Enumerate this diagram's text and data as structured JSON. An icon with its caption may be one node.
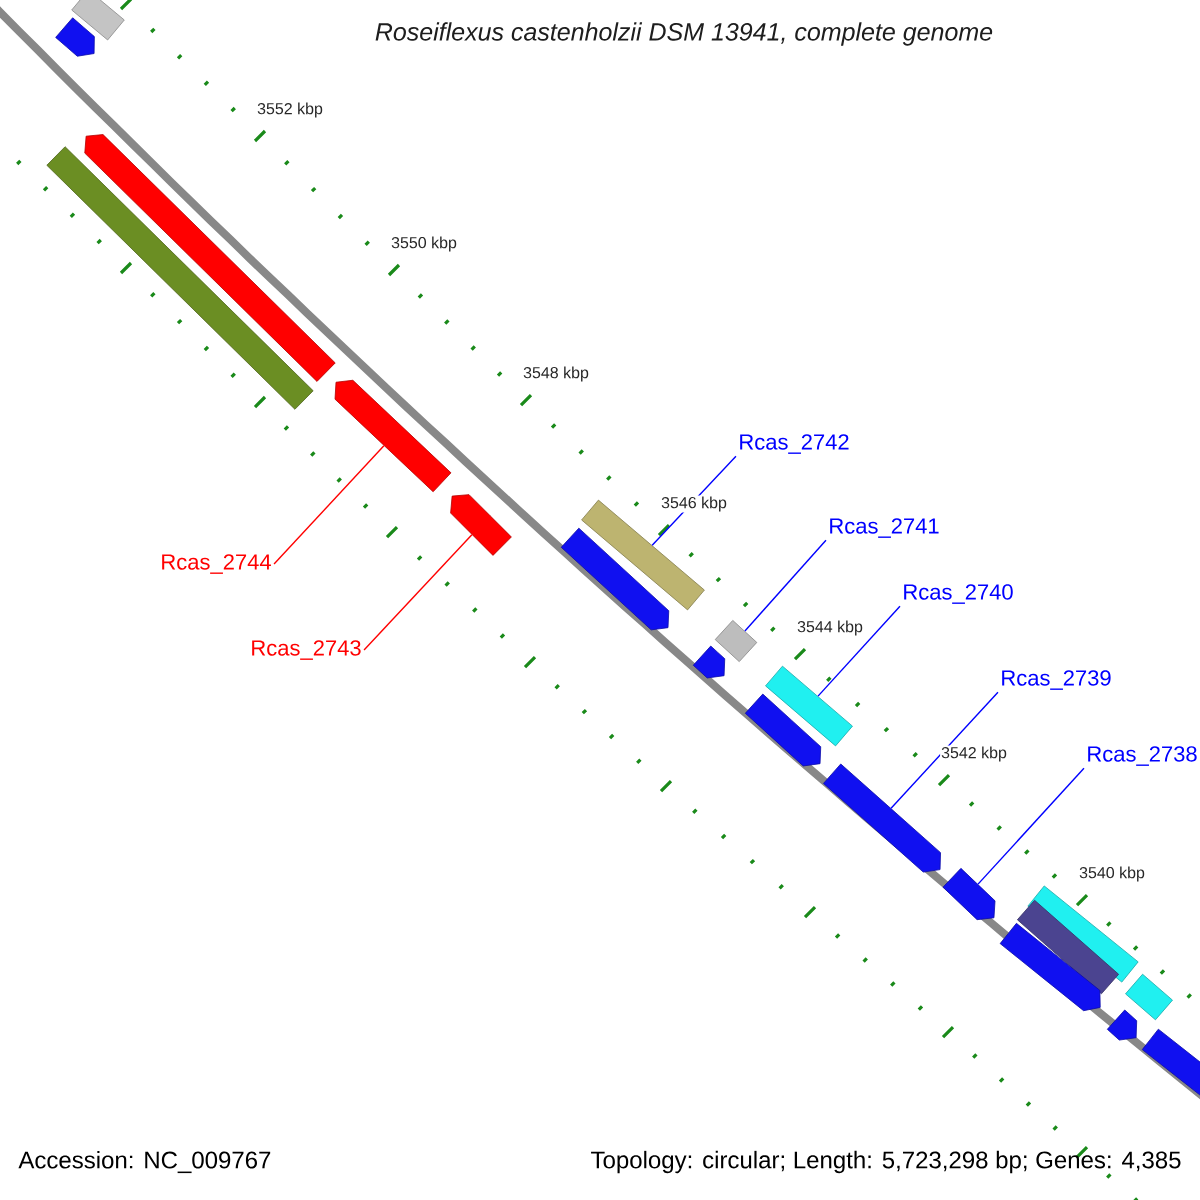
{
  "diagram": {
    "title": "Roseiflexus castenholzii DSM 13941, complete genome",
    "nodes": [
      {
        "text": [],
        "shape": "arrow"
      },
      {
        "text": [],
        "shape": "bar"
      },
      {
        "text": [],
        "shape": "arrow"
      },
      {
        "text": [],
        "shape": "bar"
      },
      {
        "text": [],
        "shape": "arrow"
      },
      {
        "text": [],
        "shape": "arrow"
      },
      {
        "text": [],
        "shape": "bar"
      },
      {
        "text": [],
        "shape": "arrow"
      },
      {
        "text": [],
        "shape": "bar"
      },
      {
        "text": [],
        "shape": "arrow"
      },
      {
        "text": [],
        "shape": "bar"
      },
      {
        "text": [],
        "shape": "arrow"
      },
      {
        "text": [],
        "shape": "arrow"
      },
      {
        "text": [],
        "shape": "arrow"
      },
      {
        "text": [],
        "shape": "bar"
      },
      {
        "text": [],
        "shape": "bar"
      },
      {
        "text": [],
        "shape": "arrow"
      },
      {
        "text": [],
        "shape": "bar"
      },
      {
        "text": [],
        "shape": "arrow"
      },
      {
        "text": [],
        "shape": "arrow"
      },
      {
        "text": [
          "Rcas_2744"
        ]
      },
      {
        "text": [
          "Rcas_2743"
        ]
      },
      {
        "text": [
          "Rcas_2742"
        ]
      },
      {
        "text": [
          "Rcas_2741"
        ]
      },
      {
        "text": [
          "Rcas_2740"
        ]
      },
      {
        "text": [
          "Rcas_2739"
        ]
      },
      {
        "text": [
          "Rcas_2738"
        ]
      }
    ],
    "edges": [
      {
        "from": 20,
        "to": 4,
        "arrow": "none",
        "color": "#ff0000"
      },
      {
        "from": 21,
        "to": 5,
        "arrow": "none",
        "color": "#ff0000"
      },
      {
        "from": 22,
        "to": 6,
        "arrow": "none"
      },
      {
        "from": 23,
        "to": 8,
        "arrow": "none"
      },
      {
        "from": 24,
        "to": 10,
        "arrow": "none"
      },
      {
        "from": 25,
        "to": 12,
        "arrow": "none"
      },
      {
        "from": 26,
        "to": 13,
        "arrow": "none"
      }
    ],
    "labels": [
      "3552 kbp",
      "3550 kbp",
      "3548 kbp",
      "3546 kbp",
      "3544 kbp",
      "3542 kbp",
      "3540 kbp",
      "Accession: NC_009767",
      "Topology: circular; Length: 5,723,298 bp; Genes: 4,385"
    ]
  }
}
